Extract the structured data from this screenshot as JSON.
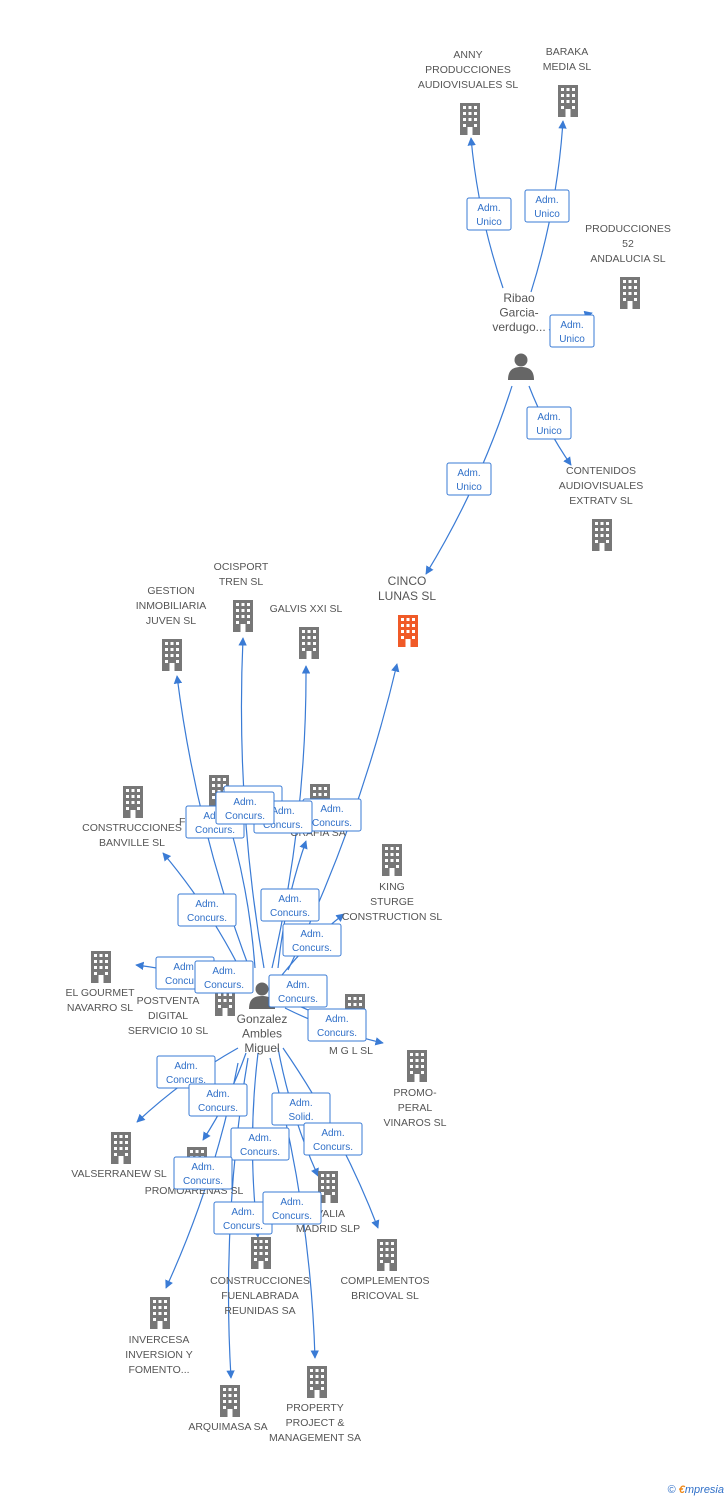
{
  "colors": {
    "edge": "#3a7bd5",
    "building": "#777777",
    "focus_building": "#f05a28",
    "person": "#666666",
    "label_text": "#2f6fc8",
    "node_text": "#555555"
  },
  "persons": [
    {
      "id": "ribao",
      "lines": [
        "Ribao",
        "Garcia-",
        "verdugo..."
      ]
    },
    {
      "id": "gonzalez",
      "lines": [
        "Gonzalez",
        "Ambles",
        "Miguel"
      ]
    }
  ],
  "companies": [
    {
      "id": "anny",
      "lines": [
        "ANNY",
        "PRODUCCIONES",
        "AUDIOVISUALES SL"
      ]
    },
    {
      "id": "baraka",
      "lines": [
        "BARAKA",
        "MEDIA SL"
      ]
    },
    {
      "id": "prod52",
      "lines": [
        "PRODUCCIONES",
        "52",
        "ANDALUCIA SL"
      ]
    },
    {
      "id": "contenidos",
      "lines": [
        "CONTENIDOS",
        "AUDIOVISUALES",
        "EXTRATV SL"
      ]
    },
    {
      "id": "cinco",
      "lines": [
        "CINCO",
        "LUNAS SL"
      ],
      "focus": true
    },
    {
      "id": "gestion",
      "lines": [
        "GESTION",
        "INMOBILIARIA",
        "JUVEN SL"
      ]
    },
    {
      "id": "ocisport",
      "lines": [
        "OCISPORT",
        "TREN SL"
      ]
    },
    {
      "id": "galvis",
      "lines": [
        "GALVIS XXI SL"
      ]
    },
    {
      "id": "banville",
      "lines": [
        "CONSTRUCCIONES",
        "BANVILLE SL"
      ]
    },
    {
      "id": "fe",
      "lines": [
        "FE"
      ]
    },
    {
      "id": "grafia",
      "lines": [
        "GRAFIA SA"
      ]
    },
    {
      "id": "king",
      "lines": [
        "KING",
        "STURGE",
        "CONSTRUCTION SL"
      ]
    },
    {
      "id": "gourmet",
      "lines": [
        "EL GOURMET",
        "NAVARRO SL"
      ]
    },
    {
      "id": "postventa",
      "lines": [
        "POSTVENTA",
        "DIGITAL",
        "SERVICIO 10 SL"
      ]
    },
    {
      "id": "mgl",
      "lines": [
        "UDAS",
        "M G L SL"
      ]
    },
    {
      "id": "promoperal",
      "lines": [
        "PROMO-",
        "PERAL",
        "VINAROS SL"
      ]
    },
    {
      "id": "valserranew",
      "lines": [
        "VALSERRANEW SL"
      ]
    },
    {
      "id": "promoarenas",
      "lines": [
        "PROMOARENAS SL"
      ]
    },
    {
      "id": "alvalia",
      "lines": [
        "LVALIA",
        "MADRID SLP"
      ]
    },
    {
      "id": "complementos",
      "lines": [
        "COMPLEMENTOS",
        "BRICOVAL SL"
      ]
    },
    {
      "id": "fuenlabrada",
      "lines": [
        "CONSTRUCCIONES",
        "FUENLABRADA",
        "REUNIDAS SA"
      ]
    },
    {
      "id": "invercesa",
      "lines": [
        "INVERCESA",
        "INVERSION Y",
        "FOMENTO..."
      ]
    },
    {
      "id": "arquimasa",
      "lines": [
        "ARQUIMASA SA"
      ]
    },
    {
      "id": "property",
      "lines": [
        "PROPERTY",
        "PROJECT &",
        "MANAGEMENT SA"
      ]
    }
  ],
  "edges": [
    {
      "from": "ribao",
      "to": "anny",
      "label": [
        "Adm.",
        "Unico"
      ]
    },
    {
      "from": "ribao",
      "to": "baraka",
      "label": [
        "Adm.",
        "Unico"
      ]
    },
    {
      "from": "ribao",
      "to": "prod52",
      "label": [
        "Adm.",
        "Unico"
      ]
    },
    {
      "from": "ribao",
      "to": "contenidos",
      "label": [
        "Adm.",
        "Unico"
      ]
    },
    {
      "from": "ribao",
      "to": "cinco",
      "label": [
        "Adm.",
        "Unico"
      ]
    },
    {
      "from": "gonzalez",
      "to": "cinco",
      "label": [
        "Adm.",
        "Concurs."
      ]
    },
    {
      "from": "gonzalez",
      "to": "ocisport",
      "label": [
        "Adm.",
        "Concurs."
      ]
    },
    {
      "from": "gonzalez",
      "to": "galvis",
      "label": [
        "Adm.",
        "Concurs."
      ]
    },
    {
      "from": "gonzalez",
      "to": "gestion",
      "label": [
        "Adm.",
        "Concurs."
      ]
    },
    {
      "from": "gonzalez",
      "to": "fe",
      "label": [
        "Adm.",
        "Concurs."
      ]
    },
    {
      "from": "gonzalez",
      "to": "grafia",
      "label": [
        "Adm.",
        "Concurs."
      ]
    },
    {
      "from": "gonzalez",
      "to": "banville",
      "label": [
        "Adm.",
        "Concurs."
      ]
    },
    {
      "from": "gonzalez",
      "to": "king",
      "label": [
        "Adm.",
        "Concurs."
      ]
    },
    {
      "from": "gonzalez",
      "to": "gourmet",
      "label": [
        "Adm.",
        "Concurs."
      ]
    },
    {
      "from": "gonzalez",
      "to": "postventa",
      "label": [
        "Adm.",
        "Concurs."
      ]
    },
    {
      "from": "gonzalez",
      "to": "mgl",
      "label": [
        "Adm.",
        "Concurs."
      ]
    },
    {
      "from": "gonzalez",
      "to": "promoperal",
      "label": [
        "Adm.",
        "Concurs."
      ]
    },
    {
      "from": "gonzalez",
      "to": "valserranew",
      "label": [
        "Adm.",
        "Concurs."
      ]
    },
    {
      "from": "gonzalez",
      "to": "promoarenas",
      "label": [
        "Adm.",
        "Concurs."
      ]
    },
    {
      "from": "gonzalez",
      "to": "alvalia",
      "label": [
        "Adm.",
        "Solid."
      ]
    },
    {
      "from": "gonzalez",
      "to": "complementos",
      "label": [
        "Adm.",
        "Concurs."
      ]
    },
    {
      "from": "gonzalez",
      "to": "fuenlabrada",
      "label": [
        "Adm.",
        "Concurs."
      ]
    },
    {
      "from": "gonzalez",
      "to": "invercesa",
      "label": [
        "Adm.",
        "Concurs."
      ]
    },
    {
      "from": "gonzalez",
      "to": "arquimasa",
      "label": [
        "Adm.",
        "Concurs."
      ]
    },
    {
      "from": "gonzalez",
      "to": "property",
      "label": [
        "Adm.",
        "Concurs."
      ]
    }
  ],
  "footer": {
    "copyright": "©",
    "brand_first": "€",
    "brand_rest": "mpresia"
  }
}
